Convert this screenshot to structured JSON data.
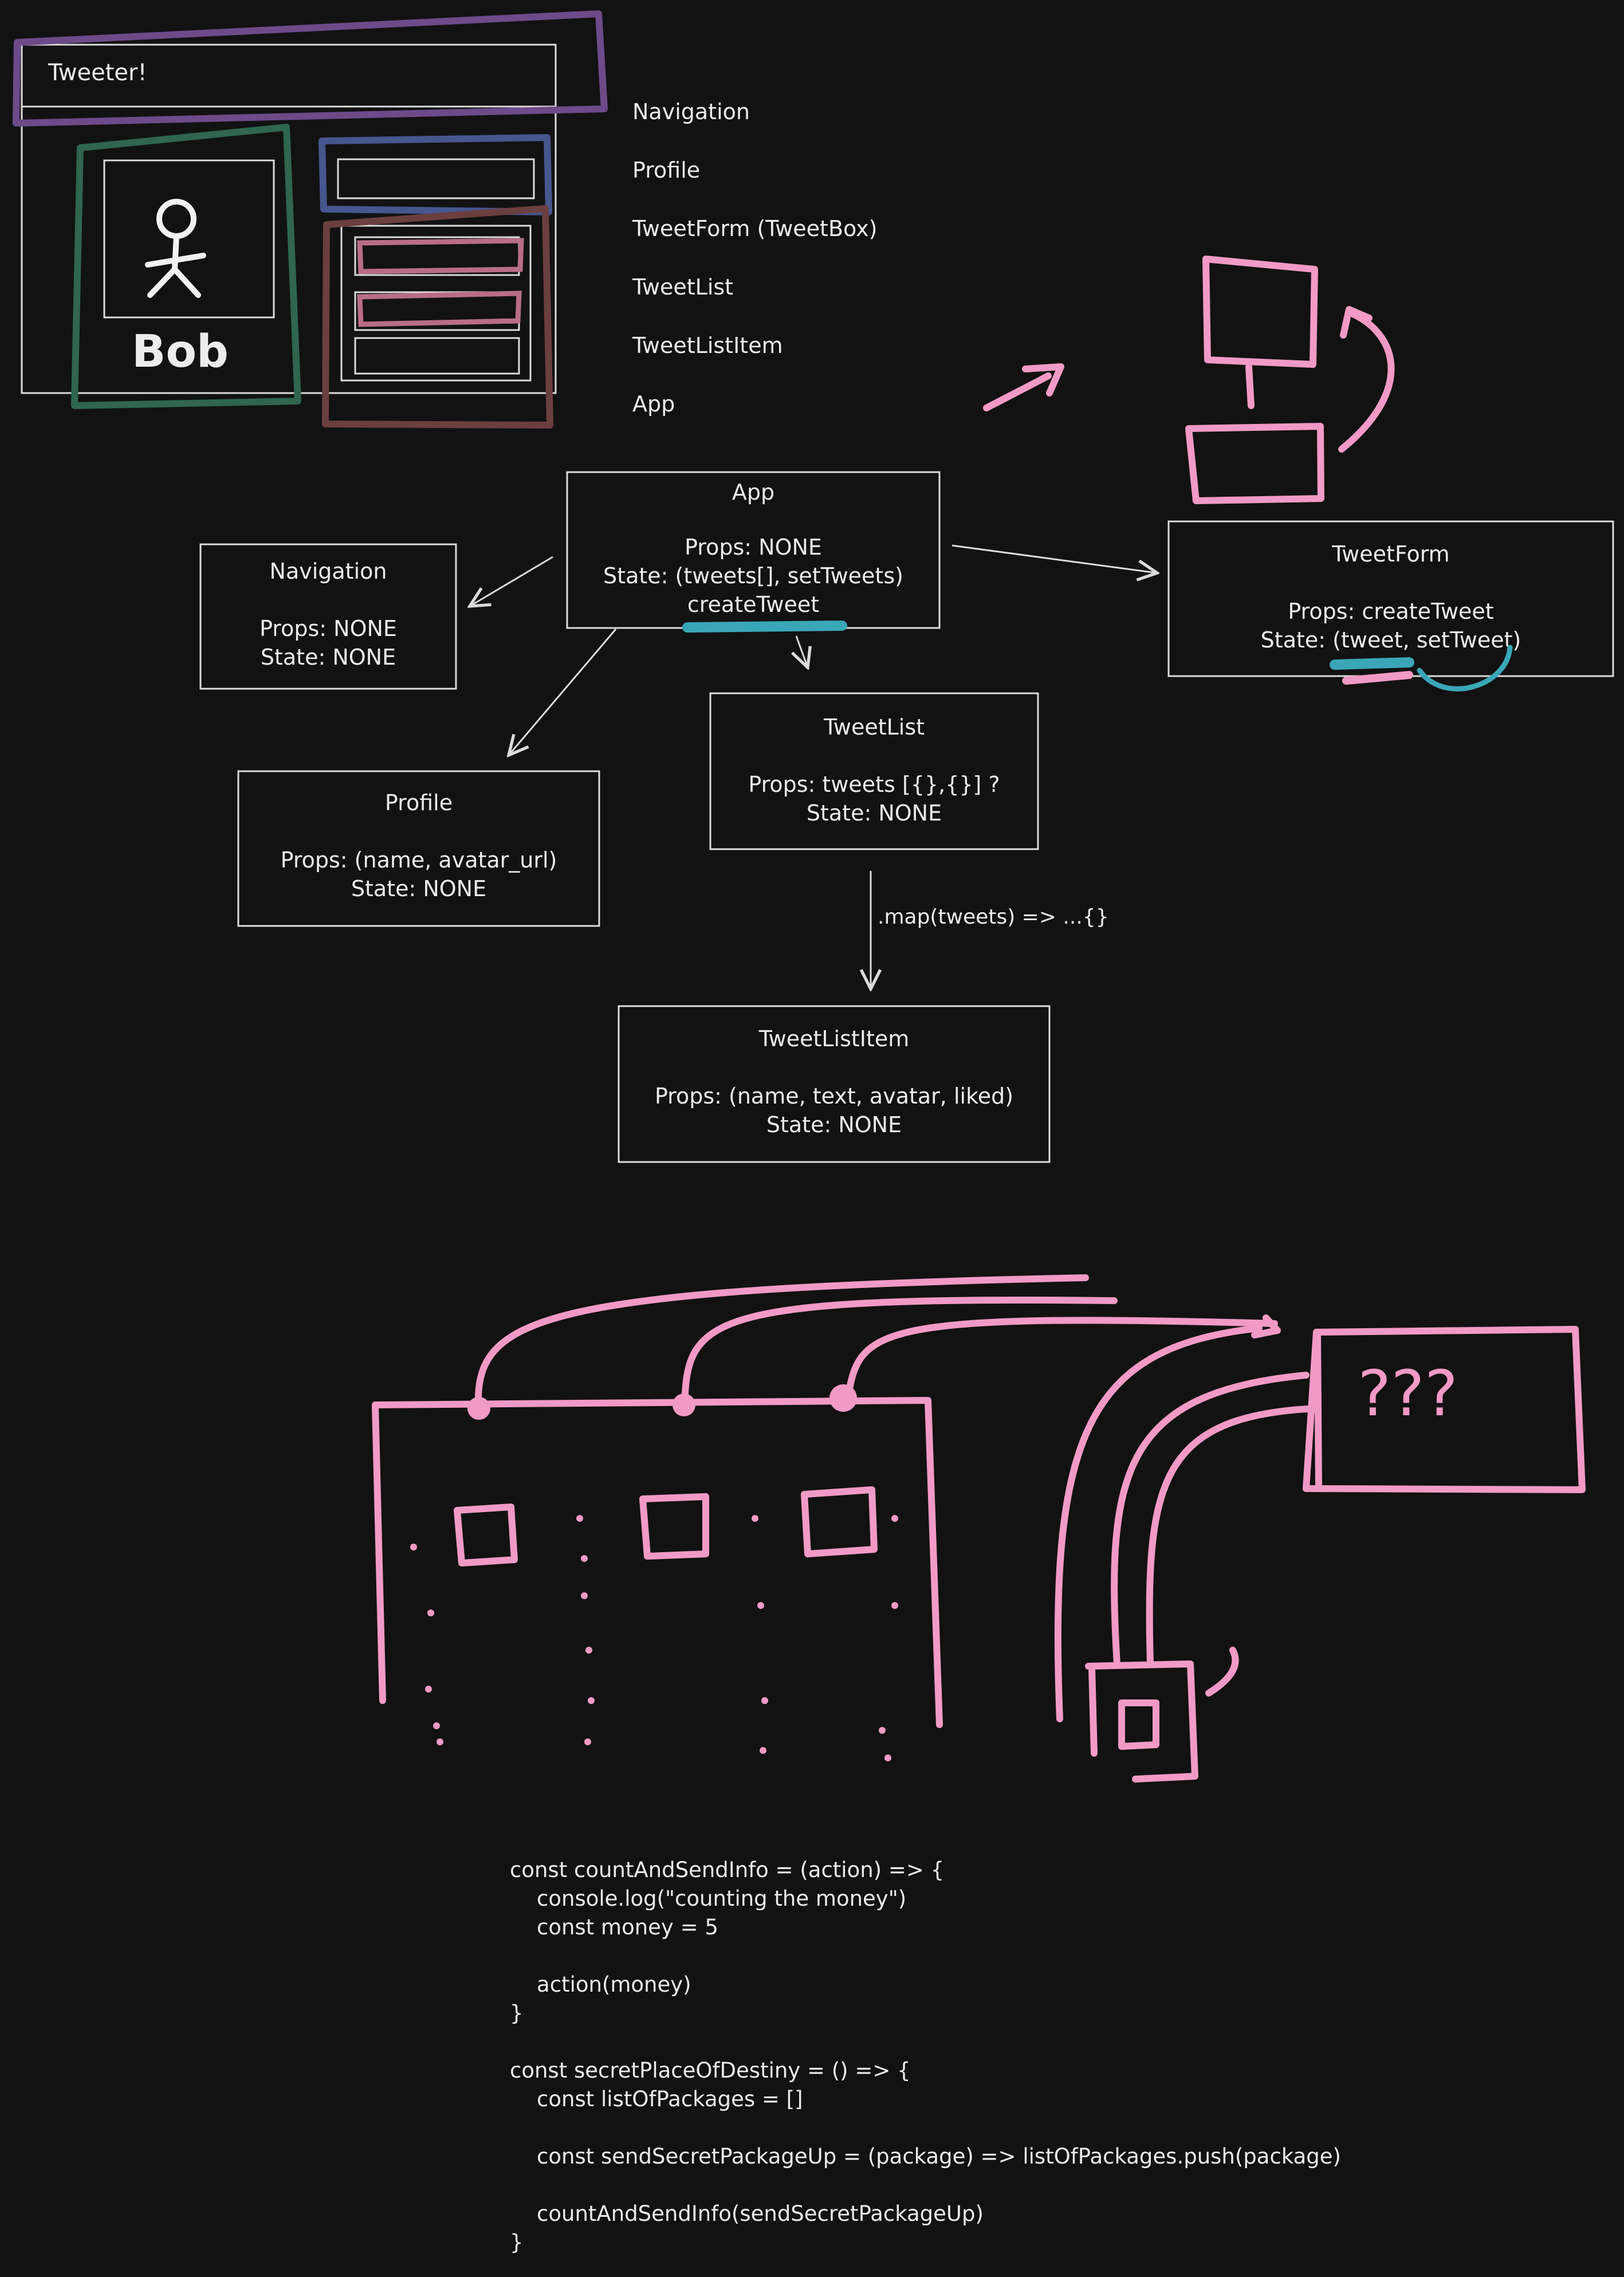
{
  "wireframe": {
    "title": "Tweeter!",
    "avatar_name": "Bob"
  },
  "legend": {
    "items": [
      "Navigation",
      "Profile",
      "TweetForm (TweetBox)",
      "TweetList",
      "TweetListItem",
      "App"
    ]
  },
  "components": {
    "app": {
      "name": "App",
      "props": "Props: NONE",
      "state": "State: (tweets[], setTweets)",
      "extra": "createTweet"
    },
    "navigation": {
      "name": "Navigation",
      "props": "Props: NONE",
      "state": "State: NONE"
    },
    "tweetform": {
      "name": "TweetForm",
      "props": "Props: createTweet",
      "state": "State: (tweet, setTweet)"
    },
    "tweetlist": {
      "name": "TweetList",
      "props": "Props: tweets [{},{}] ?",
      "state": "State: NONE"
    },
    "profile": {
      "name": "Profile",
      "props": "Props: (name, avatar_url)",
      "state": "State: NONE"
    },
    "tweetlistitem": {
      "name": "TweetListItem",
      "props": "Props: (name, text, avatar, liked)",
      "state": "State: NONE"
    }
  },
  "map_label": ".map(tweets) => ...{}",
  "question_box": "???",
  "code_lines": [
    "const countAndSendInfo = (action) => {",
    "    console.log(\"counting the money\")",
    "    const money = 5",
    "",
    "    action(money)",
    "}",
    "",
    "const secretPlaceOfDestiny = () => {",
    "    const listOfPackages = []",
    "",
    "    const sendSecretPackageUp = (package) => listOfPackages.push(package)",
    "",
    "    countAndSendInfo(sendSecretPackageUp)",
    "}"
  ],
  "colors": {
    "background": "#121212",
    "stroke": "#dcdcdc",
    "pink": "#f29ac6",
    "teal": "#3aa7b8",
    "purple": "#6e4a8a",
    "green": "#2f6650",
    "blue": "#46568f",
    "brown": "#6b3f3f"
  }
}
